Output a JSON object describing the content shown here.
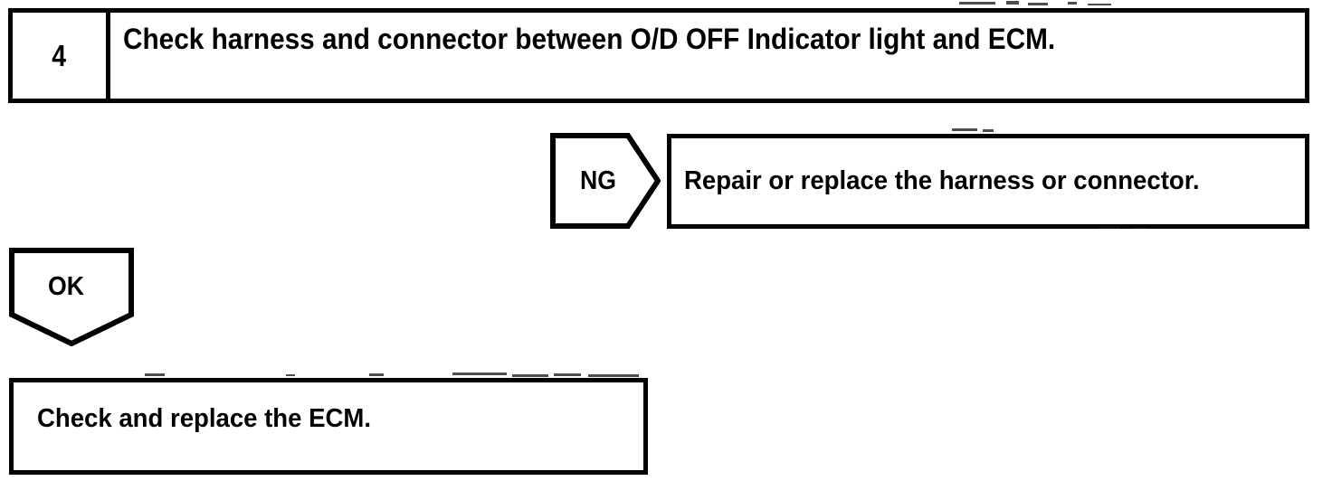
{
  "document": {
    "type": "diagnostic-flow-chart",
    "ink_color": "#000000",
    "paper_color": "#ffffff"
  },
  "step": {
    "number": "4",
    "instruction": "Check harness and connector between O/D OFF Indicator light and ECM."
  },
  "branches": {
    "ng": {
      "label": "NG",
      "result": "Repair or replace the harness or connector."
    },
    "ok": {
      "label": "OK",
      "result": "Check and replace the ECM."
    }
  }
}
